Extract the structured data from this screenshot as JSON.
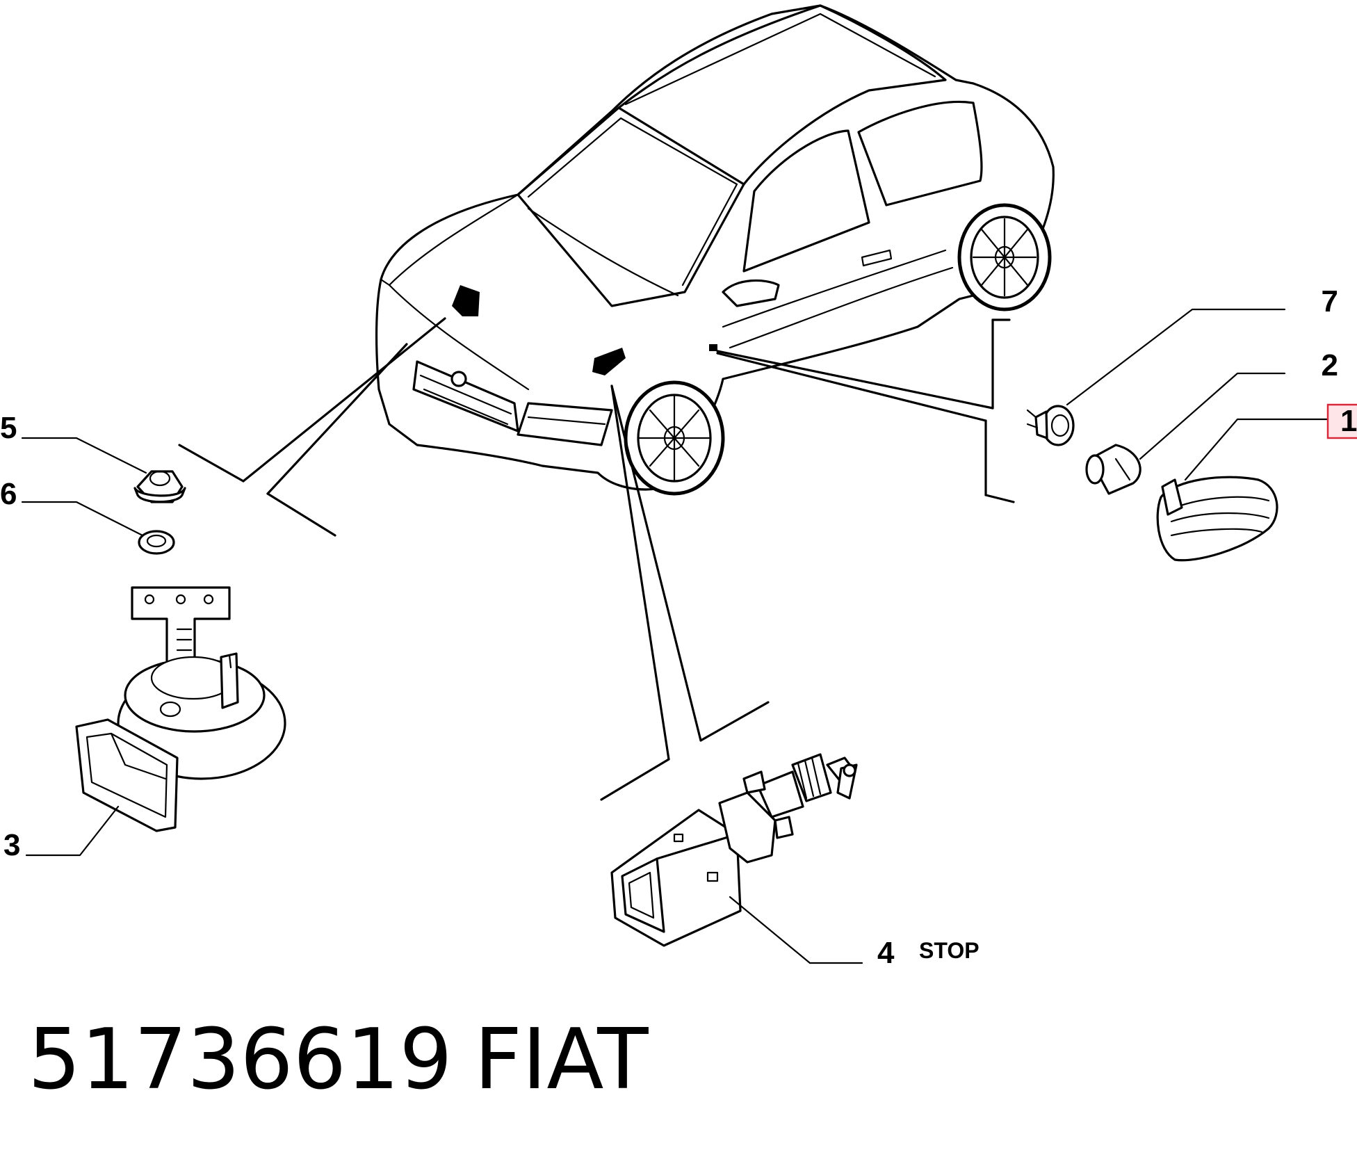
{
  "callouts": {
    "c1": "1",
    "c2": "2",
    "c3": "3",
    "c4": "4",
    "c5": "5",
    "c6": "6",
    "c7": "7"
  },
  "stop_label": "STOP",
  "footer": {
    "part_number": "51736619",
    "brand": "FIAT"
  },
  "highlight_color": "#d8283a"
}
